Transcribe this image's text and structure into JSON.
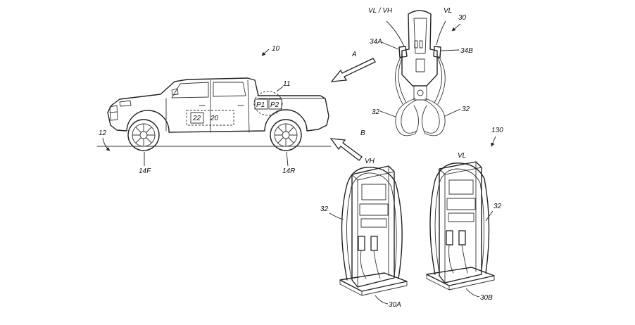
{
  "labels": {
    "vehicle_ref": "10",
    "ground_ref": "12",
    "front_wheel": "14F",
    "rear_wheel": "14R",
    "port_area": "11",
    "port_p1": "P1",
    "port_p2": "P2",
    "battery_22": "22",
    "battery_20": "20",
    "wall_charger_ref": "30",
    "wall_voltage_combo": "VL / VH",
    "wall_voltage_low": "VL",
    "connector_a": "34A",
    "connector_b": "34B",
    "cable_left": "32",
    "cable_right": "32",
    "arrow_a": "A",
    "arrow_b": "B",
    "station_group_ref": "130",
    "station_high_voltage": "VH",
    "station_low_voltage": "VL",
    "station_a_cable": "32",
    "station_b_cable": "32",
    "station_a_ref": "30A",
    "station_b_ref": "30B"
  }
}
